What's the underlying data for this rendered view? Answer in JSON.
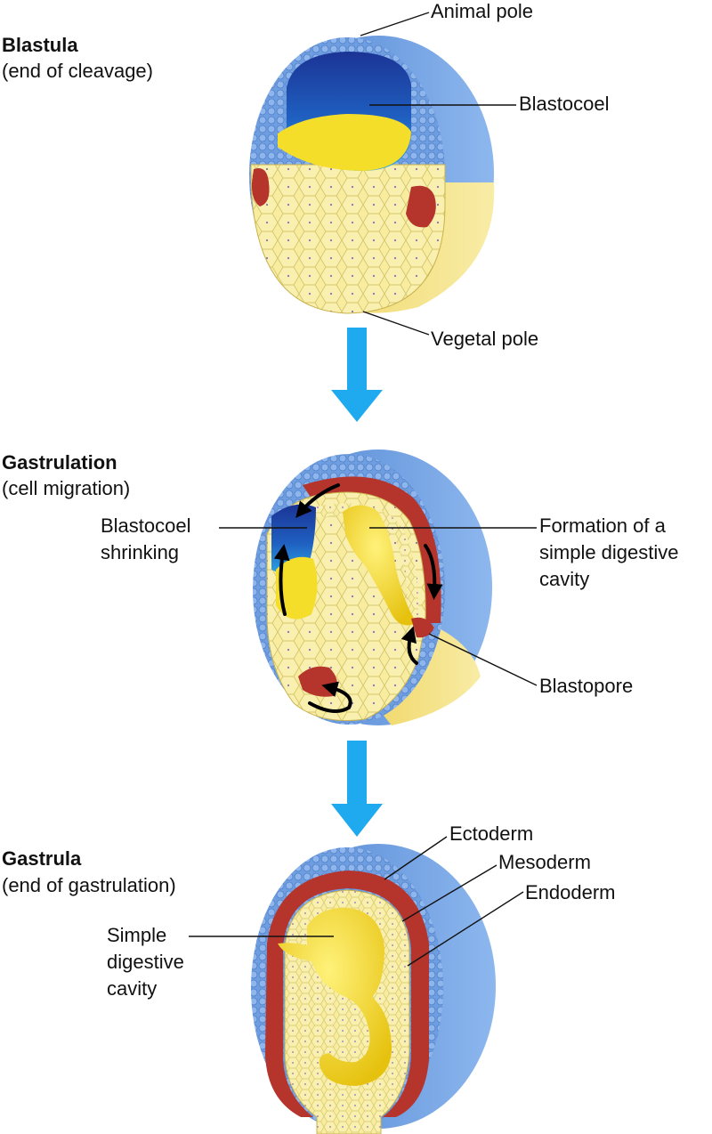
{
  "stages": [
    {
      "title": "Blastula",
      "subtitle": "(end of cleavage)"
    },
    {
      "title": "Gastrulation",
      "subtitle": "(cell migration)"
    },
    {
      "title": "Gastrula",
      "subtitle": "(end of gastrulation)"
    }
  ],
  "labels": {
    "animal_pole": "Animal pole",
    "blastocoel": "Blastocoel",
    "vegetal_pole": "Vegetal pole",
    "blastocoel_shrinking": [
      "Blastocoel",
      "shrinking"
    ],
    "digestive_cavity_formation": [
      "Formation of a",
      "simple digestive",
      "cavity"
    ],
    "blastopore": "Blastopore",
    "ectoderm": "Ectoderm",
    "mesoderm": "Mesoderm",
    "endoderm": "Endoderm",
    "simple_digestive_cavity": [
      "Simple",
      "digestive",
      "cavity"
    ]
  },
  "colors": {
    "ectoderm_blue": "#5b8fd8",
    "outer_shell_blue": "#7aa8e6",
    "mesoderm_red": "#b5342c",
    "yolk_yellow": "#f6ea9a",
    "cavity_yellow": "#f2d81c",
    "blastocoel_dark": "#1e3e9c",
    "arrow_cyan": "#1fa9ee"
  },
  "icons": [
    "down-arrow-icon",
    "migration-arrow-icon"
  ]
}
